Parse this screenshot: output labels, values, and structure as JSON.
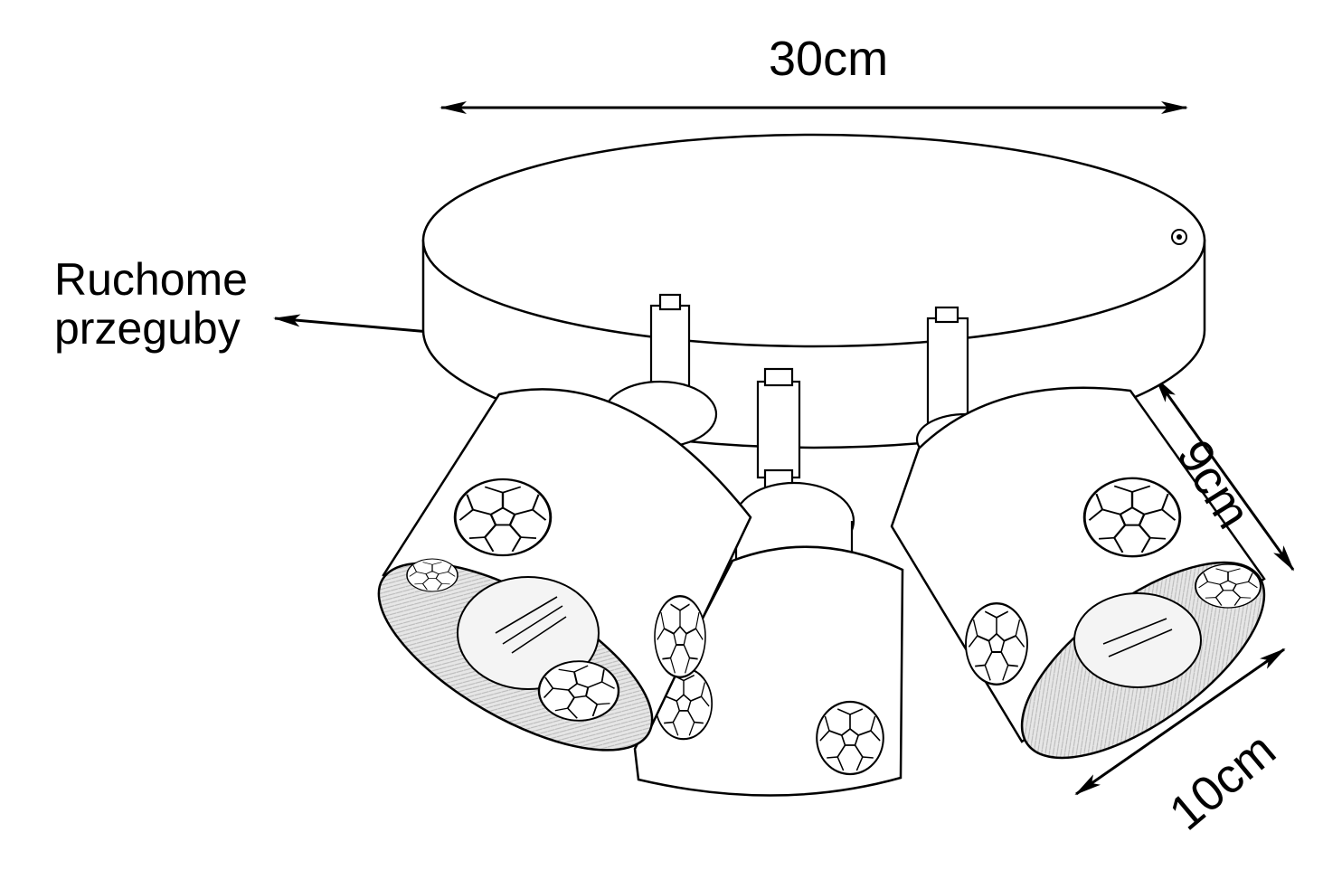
{
  "dimensions": {
    "width_label": "30cm",
    "height_label": "9cm",
    "diameter_label": "10cm"
  },
  "callout": {
    "line1": "Ruchome",
    "line2": "przeguby"
  },
  "colors": {
    "stroke": "#000000",
    "fill": "#ffffff",
    "shade": "#dcdcdc"
  },
  "icons": {
    "ball_motif": "football-icon",
    "bulb": "bulb-icon"
  }
}
